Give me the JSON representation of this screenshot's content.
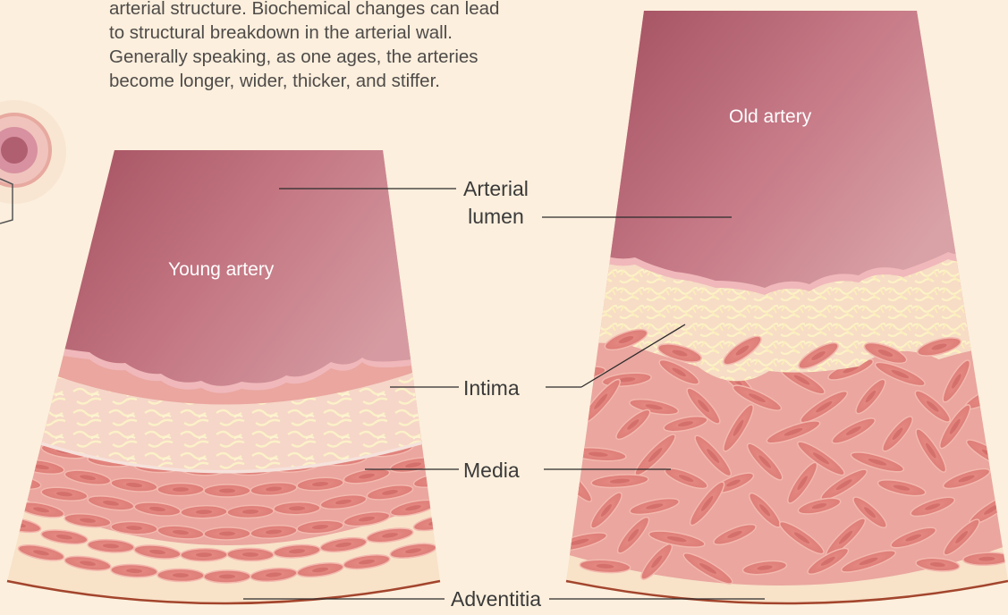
{
  "intro_text": [
    "arterial structure. Biochemical changes can lead",
    "to structural breakdown in the arterial wall.",
    "Generally speaking, as one ages, the arteries",
    "become longer, wider, thicker, and stiffer."
  ],
  "young_artery_title": "Young artery",
  "old_artery_title": "Old artery",
  "labels": {
    "lumen_line1": "Arterial",
    "lumen_line2": "lumen",
    "intima": "Intima",
    "media": "Media",
    "adventitia": "Adventitia"
  },
  "colors": {
    "background": "#fcefdd",
    "lumen": "#a95563",
    "intima": "#f3c6c3",
    "media": "#e9a59d",
    "smooth_muscle_cell": "#e07e7a",
    "adventitia": "#f8e2c8",
    "outer_edge": "#a3452d"
  }
}
